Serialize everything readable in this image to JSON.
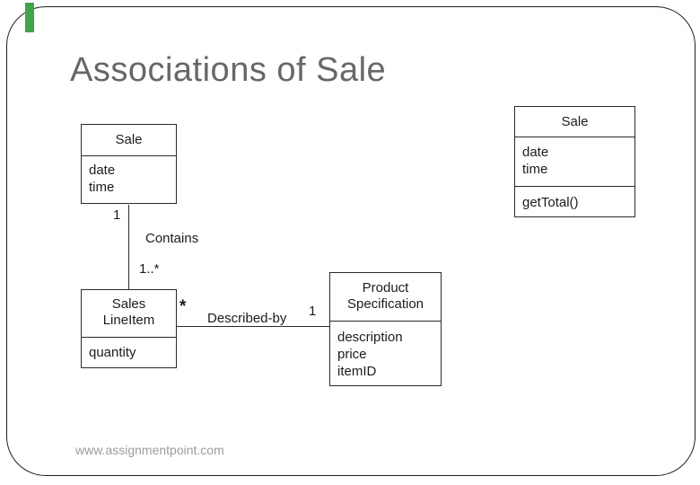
{
  "slide": {
    "title": "Associations of Sale",
    "footer": "www.assignmentpoint.com",
    "accent_color": "#3FA648"
  },
  "diagram": {
    "classes": [
      {
        "id": "sale-summary",
        "name_lines": [
          "Sale"
        ],
        "attributes": [
          "date",
          "time"
        ],
        "methods": []
      },
      {
        "id": "sale-expanded",
        "name_lines": [
          "Sale"
        ],
        "attributes": [
          "date",
          "time"
        ],
        "methods": [
          "getTotal()"
        ]
      },
      {
        "id": "sales-line-item",
        "name_lines": [
          "Sales",
          "LineItem"
        ],
        "attributes": [
          "quantity"
        ],
        "methods": []
      },
      {
        "id": "product-specification",
        "name_lines": [
          "Product",
          "Specification"
        ],
        "attributes": [
          "description",
          "price",
          "itemID"
        ],
        "methods": []
      }
    ],
    "associations": [
      {
        "label": "Contains",
        "source_multiplicity": "1",
        "target_multiplicity": "1..*"
      },
      {
        "label": "Described-by",
        "source_multiplicity": "*",
        "target_multiplicity": "1"
      }
    ]
  }
}
